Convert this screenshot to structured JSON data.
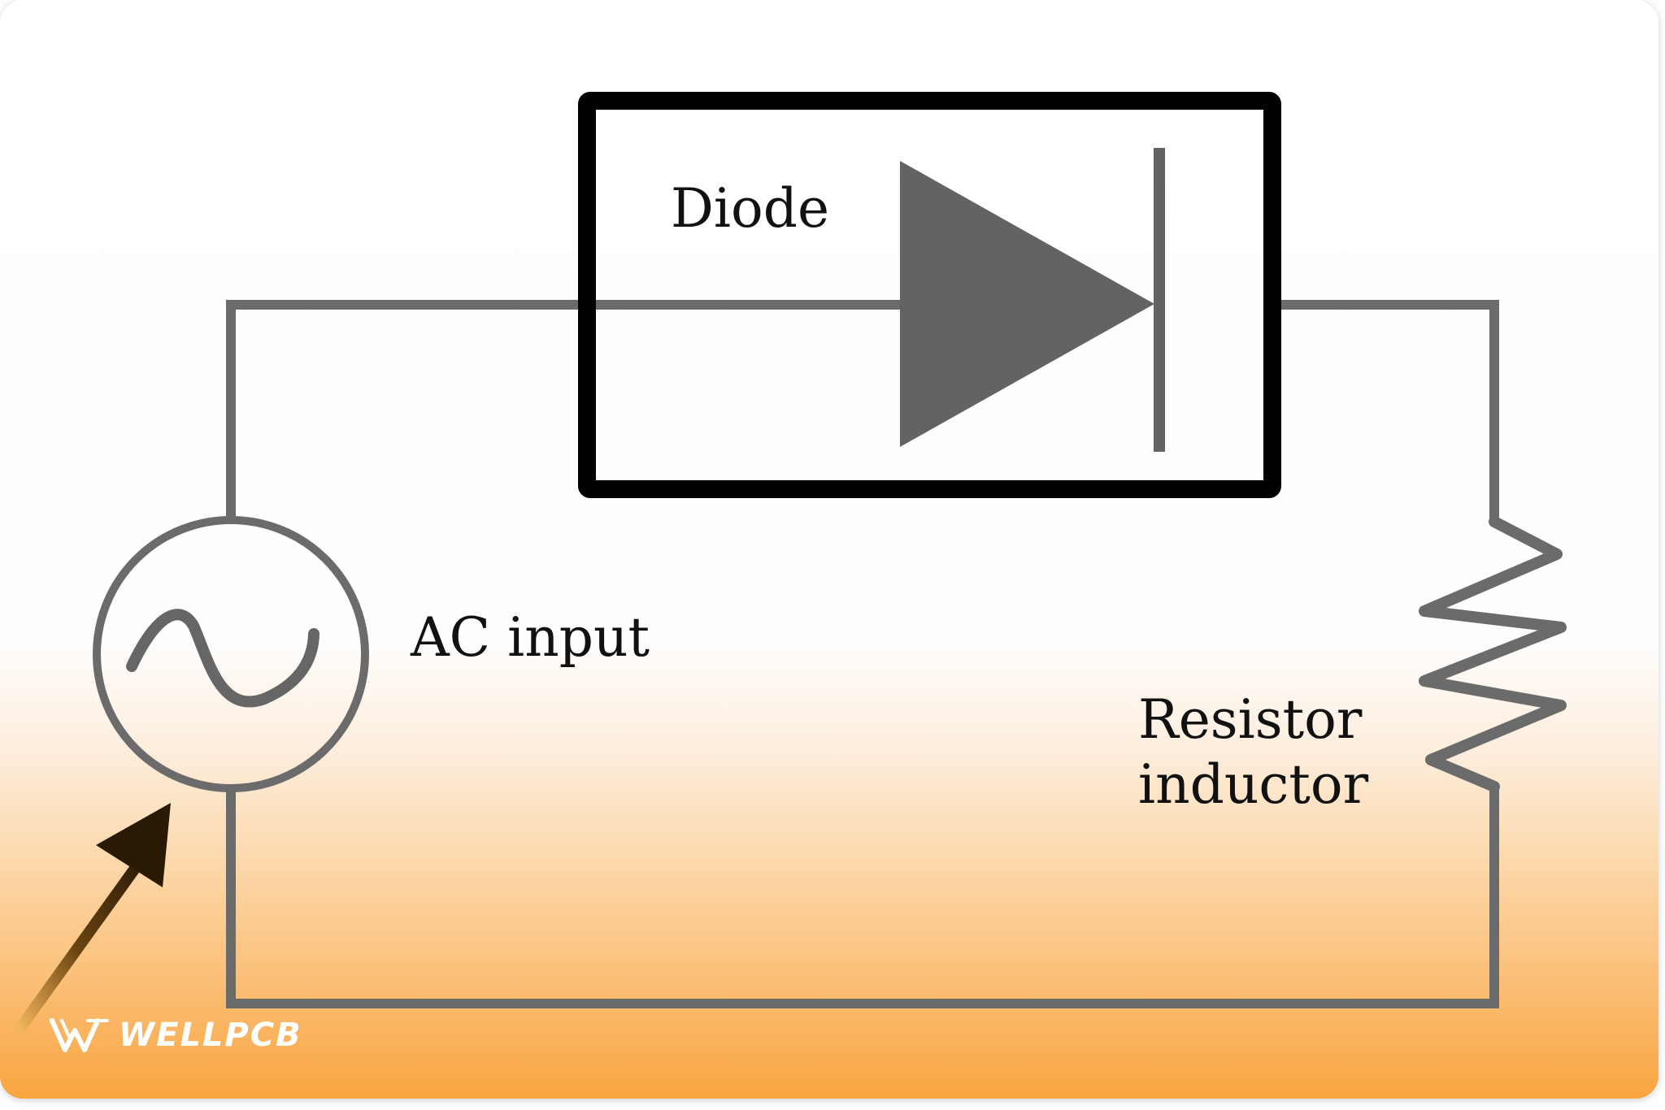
{
  "labels": {
    "diode": "Diode",
    "ac_input": "AC input",
    "resistor": "Resistor",
    "inductor": "inductor"
  },
  "watermark": {
    "text": "WELLPCB",
    "icon": "wellpcb-logo-icon"
  },
  "colors": {
    "wire": "#6b6b6b",
    "diode_box": "#000000",
    "diode_symbol": "#636363",
    "arrow": "#3a2506",
    "background_bottom": "#f9a540"
  }
}
